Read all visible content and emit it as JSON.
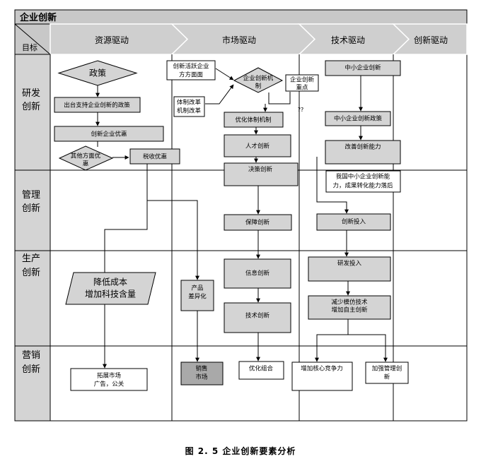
{
  "title": "企业创新",
  "corner_label": "目标",
  "drivers": [
    "资源驱动",
    "市场驱动",
    "技术驱动",
    "创新驱动"
  ],
  "rows": [
    [
      "研发",
      "创新"
    ],
    [
      "管理",
      "创新"
    ],
    [
      "生产",
      "创新"
    ],
    [
      "营销",
      "创新"
    ]
  ],
  "nodes": {
    "policy": [
      "政策"
    ],
    "issue_policy": [
      "出台支持企业创新的政策"
    ],
    "innovation_benefit": [
      "创新企业优惠"
    ],
    "other_benefit": [
      "其他方面优",
      "惠"
    ],
    "tax_benefit": [
      "税收优惠"
    ],
    "market_guide": [
      "创新活跃企业",
      "方方面面"
    ],
    "system_reform": [
      "体制改革",
      "机制改革"
    ],
    "mechanism": [
      "企业创新机",
      "制"
    ],
    "focus": [
      "企业创新",
      "重点"
    ],
    "optimize_mechanism": [
      "优化体制机制"
    ],
    "talent": [
      "人才创新"
    ],
    "decision": [
      "决策创新"
    ],
    "sme_innovation": [
      "中小企业创新"
    ],
    "sme_policy": [
      "中小企业创新政策"
    ],
    "improve_capacity": [
      "改善创新能力"
    ],
    "weak_capacity": [
      "我国中小企业创新能",
      "力，成果转化能力落后"
    ],
    "guarantee": [
      "保障创新"
    ],
    "invest": [
      "创新投入"
    ],
    "reduce_cost": [
      "降低成本",
      "增加科技含量"
    ],
    "product_diff": [
      "产品",
      "差异化"
    ],
    "info": [
      "信息创新"
    ],
    "tech": [
      "技术创新"
    ],
    "rd_invest": [
      "研发投入"
    ],
    "own_tech": [
      "减少模仿技术",
      "增加自主创新"
    ],
    "expand_market": [
      "拓展市场",
      "广告，公关"
    ],
    "sales_market": [
      "销售",
      "市场"
    ],
    "optimize_combo": [
      "优化组合"
    ],
    "core_comp": [
      "增加核心竞争力"
    ],
    "management": [
      "加强管理创",
      "新"
    ]
  },
  "marks": [
    "??"
  ],
  "caption": "图 2. 5    企业创新要素分析"
}
